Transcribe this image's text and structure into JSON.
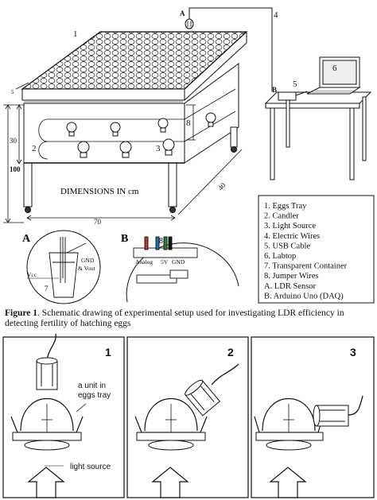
{
  "top": {
    "numbers": {
      "n1": "1",
      "n2": "2",
      "n3": "3",
      "n4": "4",
      "n5": "5",
      "n6": "6",
      "n8": "8",
      "nA": "A",
      "nB": "B"
    },
    "dims": {
      "d30": "30",
      "d100": "100",
      "d8": "8",
      "d40": "40",
      "d70": "70",
      "d5": "5"
    },
    "dimensions_text": "DIMENSIONS IN cm",
    "legend": [
      "1. Eggs Tray",
      "2. Candler",
      "3. Light Source",
      "4. Electric Wires",
      "5. USB Cable",
      "6. Labtop",
      "7. Transparent Container",
      "8. Jumper Wires",
      "A. LDR Sensor",
      "B. Arduino Uno (DAQ)"
    ]
  },
  "inset_a": {
    "letter": "A",
    "vcc": "Vcc",
    "gnd": "GND",
    "vout": "& Vout",
    "n7": "7"
  },
  "inset_b": {
    "letter": "B",
    "n8": "8",
    "analog": "Analog",
    "v5": "5V",
    "gnd": "GND"
  },
  "caption": {
    "prefix": "Figure 1",
    "text": ". Schematic drawing of experimental setup used for investigating LDR efficiency in detecting fertility of hatching eggs"
  },
  "panels": [
    {
      "number": "1",
      "label_unit_line1": "a unit in",
      "label_unit_line2": "eggs tray",
      "label_light": "light source"
    },
    {
      "number": "2"
    },
    {
      "number": "3"
    }
  ]
}
